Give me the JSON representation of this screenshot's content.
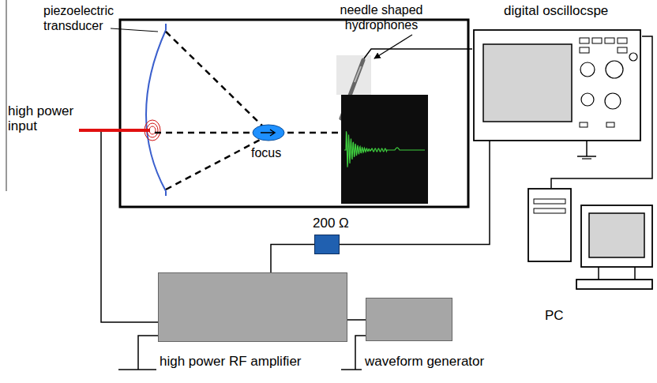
{
  "diagram": {
    "nodes": [
      {
        "text": [
          "high power RF amplifier"
        ]
      },
      {
        "text": [
          "waveform generator"
        ]
      },
      {
        "text": [
          "200 Ω"
        ]
      },
      {
        "text": [
          "digital oscillocspe"
        ]
      },
      {
        "text": [
          "PC"
        ]
      }
    ],
    "edges": [
      {
        "from": 0,
        "to": 1,
        "arrow": "none"
      },
      {
        "from": 0,
        "to": 2,
        "arrow": "none"
      },
      {
        "from": 2,
        "to": 3,
        "arrow": "none"
      },
      {
        "from": 3,
        "to": 4,
        "arrow": "none"
      }
    ],
    "labels": [
      "piezoelectric transducer",
      "high power input",
      "focus",
      "needle shaped hydrophones"
    ]
  }
}
